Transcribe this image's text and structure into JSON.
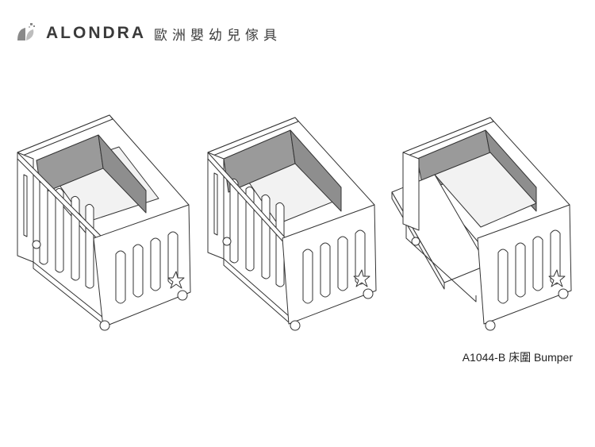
{
  "brand": {
    "logo_icon": "alondra-leaf-logo-icon",
    "name": "ALONDRA",
    "chinese_name": "歐洲嬰幼兒傢具"
  },
  "caption": {
    "text": "A1044-B 床圍 Bumper"
  },
  "illustration": {
    "cribs": [
      {
        "view": "crib-with-bumper-front",
        "icon": "crib-illustration"
      },
      {
        "view": "crib-with-bumper-tall",
        "icon": "crib-illustration"
      },
      {
        "view": "crib-with-side-bed-extension",
        "icon": "crib-illustration"
      }
    ],
    "colors": {
      "line": "#333333",
      "bumper": "#9a9a9a",
      "panel": "#ffffff",
      "mattress": "#f2f2f2"
    }
  }
}
